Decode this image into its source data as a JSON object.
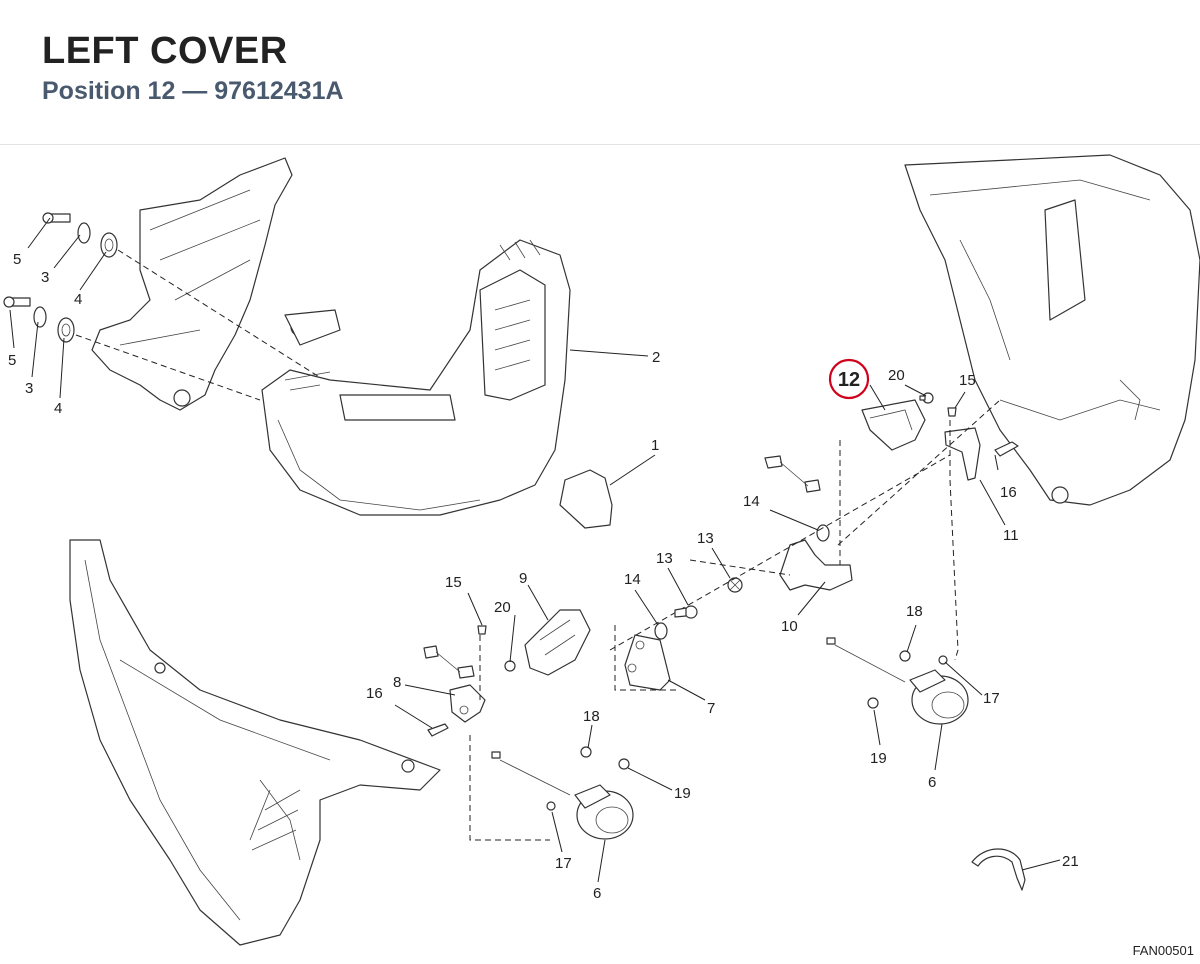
{
  "header": {
    "title": "LEFT COVER",
    "subtitle": "Position 12 — 97612431A"
  },
  "highlight": {
    "label": "12",
    "color": "#d0021b"
  },
  "callouts": [
    "1",
    "2",
    "3",
    "3",
    "4",
    "4",
    "5",
    "5",
    "6",
    "6",
    "7",
    "8",
    "9",
    "10",
    "11",
    "13",
    "13",
    "14",
    "14",
    "15",
    "15",
    "16",
    "16",
    "17",
    "17",
    "18",
    "18",
    "19",
    "19",
    "20",
    "20",
    "21"
  ],
  "drawing_code": "FAN00501"
}
